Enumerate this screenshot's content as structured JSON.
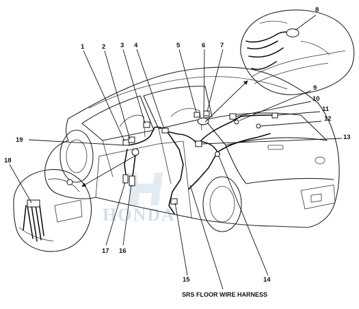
{
  "callouts": [
    "1",
    "2",
    "3",
    "4",
    "5",
    "6",
    "7",
    "8",
    "9",
    "10",
    "11",
    "12",
    "13",
    "14",
    "15",
    "16",
    "17",
    "18",
    "19"
  ],
  "caption": "SRS FLOOR WIRE HARNESS",
  "watermark": "HONDA"
}
